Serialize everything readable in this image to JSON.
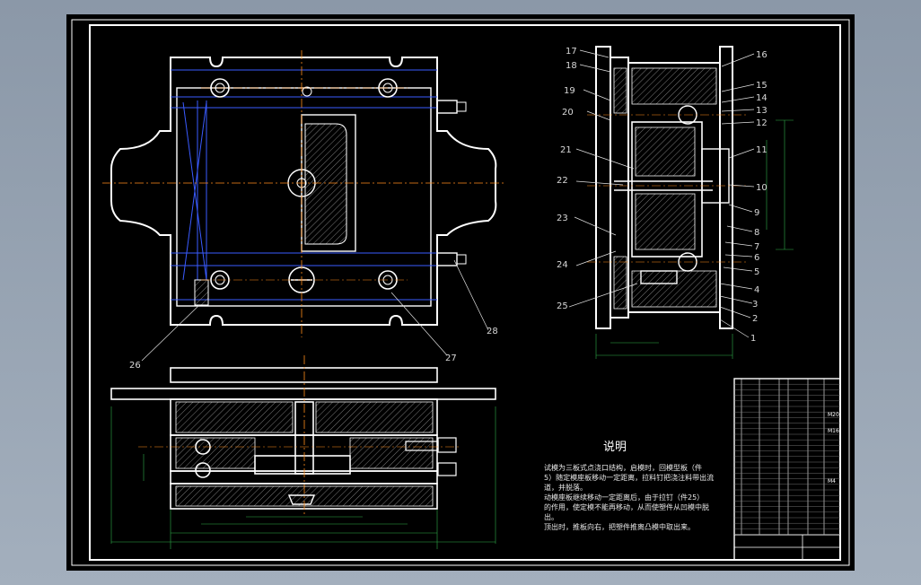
{
  "notes": {
    "title": "说明",
    "lines": [
      "试模为三板式点浇口结构，启模时，回模型板（件",
      "5）随定模座板移动一定距离，拉料钉把浇注料带出流",
      "道，并脱落。",
      "    动模座板继续移动一定距离后，由于拉钉（件25）",
      "的作用，使定模不能再移动，从而使塑件从凹模中脱",
      "出。",
      "    顶出时，推板向右，把塑件推离凸模中取出来。"
    ]
  },
  "callouts": [
    "1",
    "2",
    "3",
    "4",
    "5",
    "6",
    "7",
    "8",
    "9",
    "10",
    "11",
    "12",
    "13",
    "14",
    "15",
    "16",
    "17",
    "18",
    "19",
    "20",
    "21",
    "22",
    "23",
    "24",
    "25",
    "26",
    "27",
    "28"
  ],
  "title_block": {
    "marks": [
      "M20",
      "M16",
      "M4"
    ]
  },
  "colors": {
    "background": "#000000",
    "line": "#ffffff",
    "hidden": "#3a5bff",
    "centerline": "#ff8c1a",
    "dimension": "#2fae4a"
  }
}
